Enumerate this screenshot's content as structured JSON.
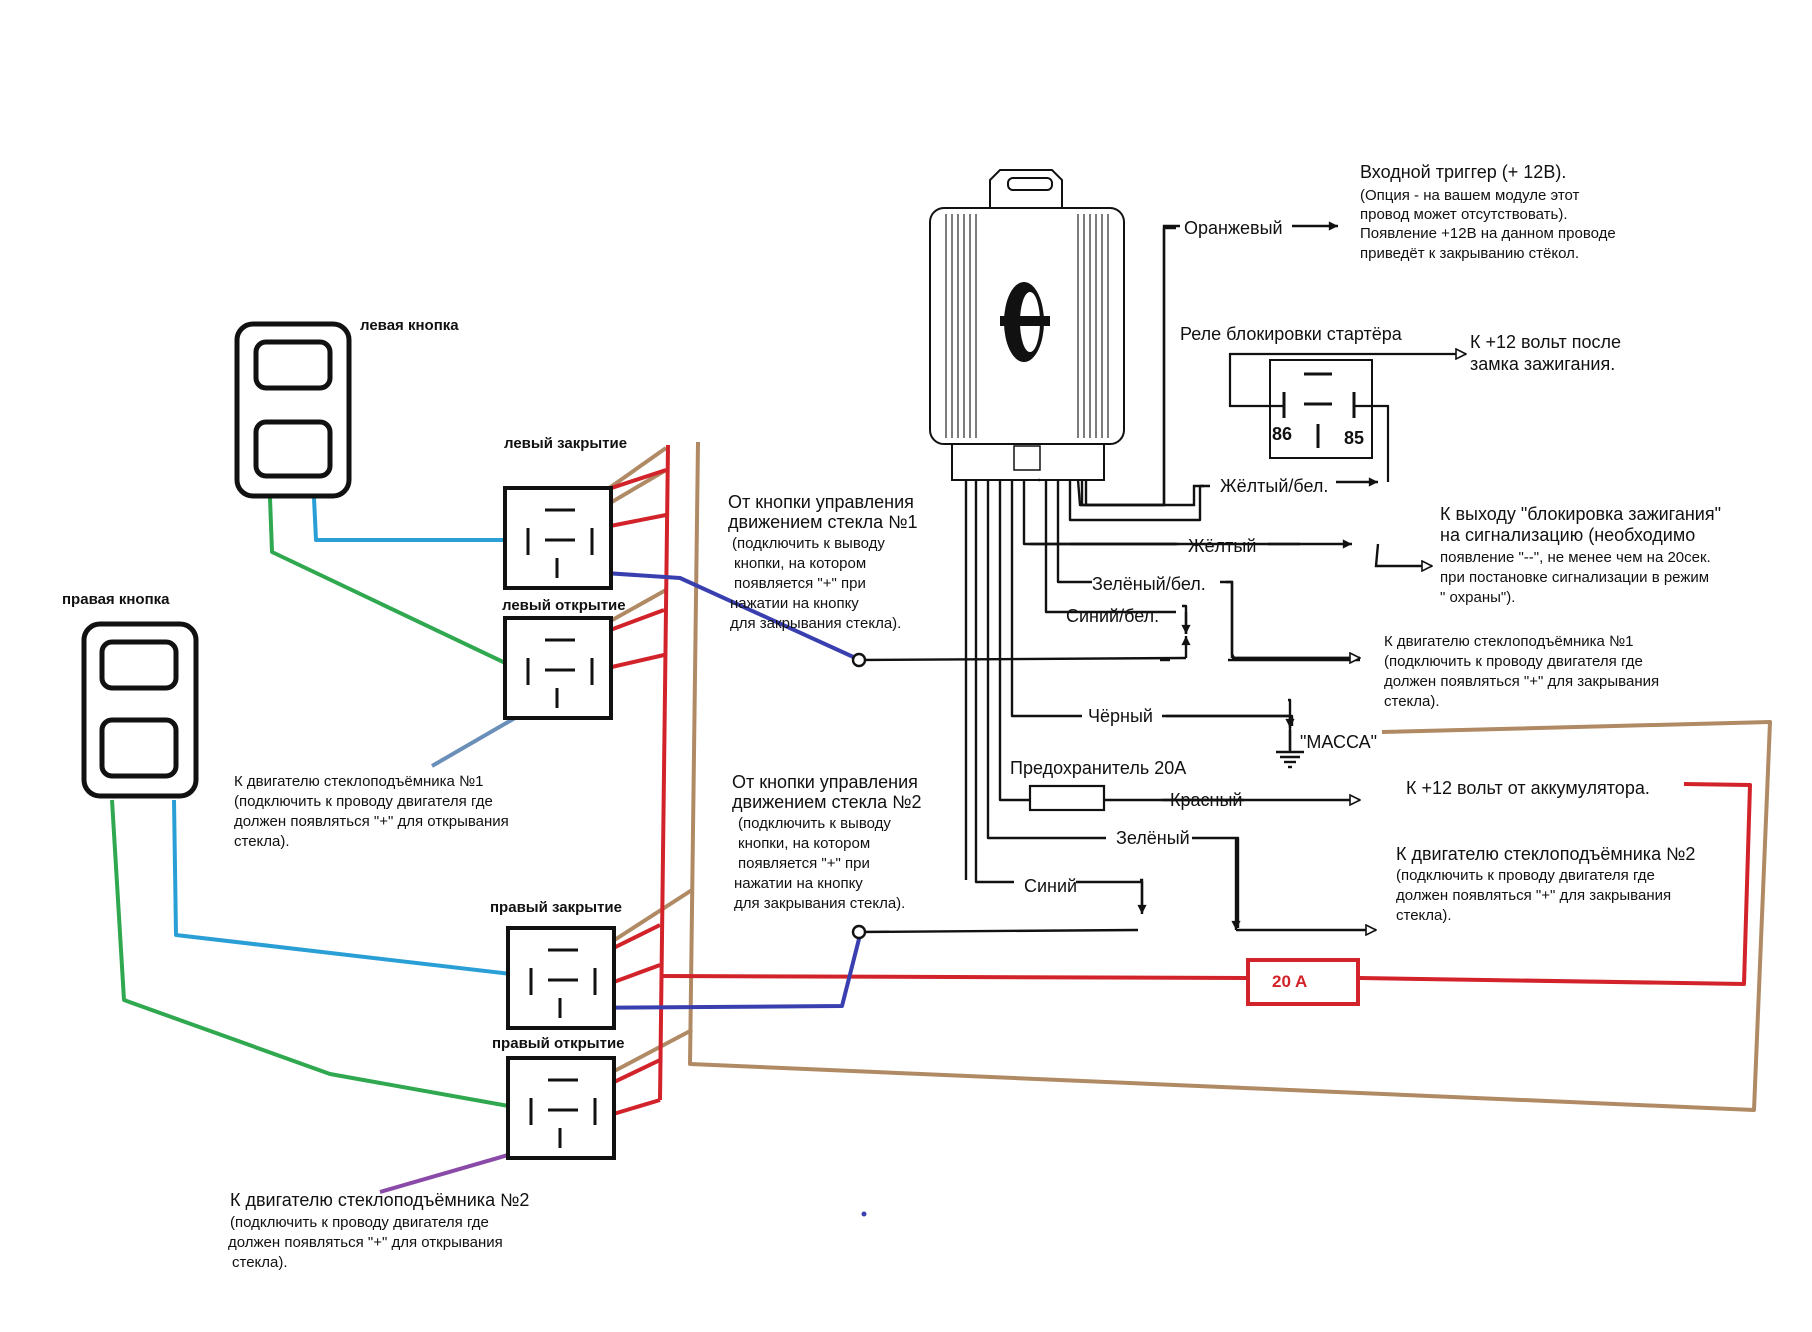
{
  "colors": {
    "red": "#d2232a",
    "brown": "#b08a64",
    "green": "#2fa84f",
    "lightblue": "#2a9fd6",
    "darkblue": "#3a3fb0",
    "purple": "#8a4aa8",
    "steelblue": "#6a8fb8",
    "black": "#111111"
  },
  "buttons": {
    "left": "левая кнопка",
    "right": "правая кнопка"
  },
  "relays": {
    "left_close": "левый закрытие",
    "left_open": "левый открытие",
    "right_close": "правый закрытие",
    "right_open": "правый открытие"
  },
  "trigger": {
    "title": "Входной триггер (+ 12В).",
    "lines": [
      "(Опция - на вашем модуле этот",
      "провод может отсутствовать).",
      "Появление +12В на данном проводе",
      "приведёт к закрыванию стёкол."
    ]
  },
  "starter": {
    "title": "Реле блокировки стартёра",
    "pin86": "86",
    "pin85": "85",
    "ignition": [
      "К +12 вольт после",
      "замка зажигания."
    ]
  },
  "wires": {
    "orange": "Оранжевый",
    "yellow_white": "Жёлтый/бел.",
    "yellow": "Жёлтый",
    "green_white": "Зелёный/бел.",
    "blue_white": "Синий/бел.",
    "black": "Чёрный",
    "fuse": "Предохранитель  20А",
    "red": "Красный",
    "green": "Зелёный",
    "blue": "Синий"
  },
  "ground": "\"МАССА\"",
  "ignition_lock": {
    "lines": [
      "К выходу \"блокировка зажигания\"",
      "на сигнализацию (необходимо",
      "появление \"--\", не менее чем на 20сек.",
      " при постановке сигнализации в режим",
      "\" охраны\")."
    ]
  },
  "btn1": {
    "lines": [
      "От кнопки управления",
      "движением стекла №1",
      " (подключить к выводу",
      "кнопки, на котором",
      "появляется \"+\" при",
      "нажатии на кнопку",
      "для закрывания стекла)."
    ]
  },
  "btn2": {
    "lines": [
      "От кнопки управления",
      "движением стекла №2",
      "(подключить к выводу",
      "кнопки, на котором",
      "появляется \"+\" при",
      "нажатии на кнопку",
      "для закрывания стекла)."
    ]
  },
  "motor1_close": {
    "lines": [
      "К двигателю  стеклоподъёмника   №1",
      "(подключить к проводу двигателя где",
      "должен появляться \"+\" для закрывания",
      " стекла)."
    ]
  },
  "motor2_close": {
    "lines": [
      "К двигателю стеклоподъёмника  №2",
      "(подключить к проводу двигателя где",
      "должен появляться \"+\" для закрывания",
      " стекла)."
    ]
  },
  "motor1_open": {
    "lines": [
      "К двигателю  стеклоподъёмника   №1",
      "(подключить к проводу двигателя где",
      "должен появляться \"+\" для открывания",
      " стекла)."
    ]
  },
  "motor2_open": {
    "lines": [
      "К двигателю стеклоподъёмника  №2",
      "(подключить к проводу двигателя где",
      "должен появляться \"+\" для  открывания",
      " стекла)."
    ]
  },
  "battery": "К +12 вольт от аккумулятора.",
  "fuse20": "20 A"
}
